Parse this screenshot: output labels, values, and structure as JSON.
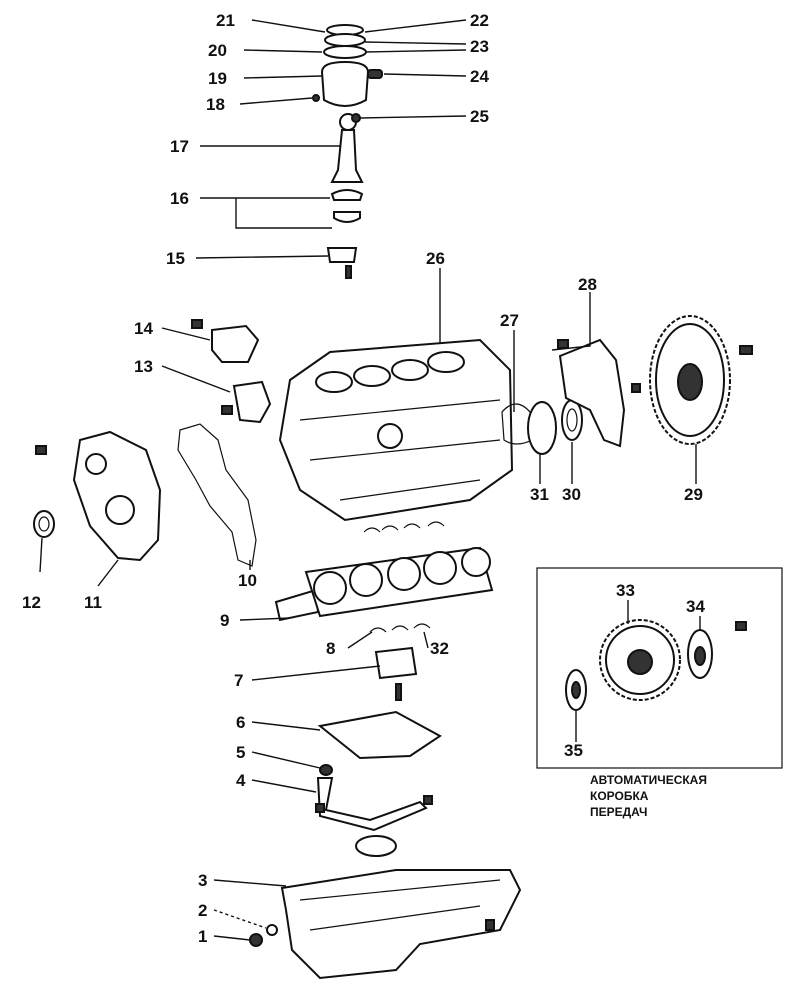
{
  "callouts": [
    "1",
    "2",
    "3",
    "4",
    "5",
    "6",
    "7",
    "8",
    "9",
    "10",
    "11",
    "12",
    "13",
    "14",
    "15",
    "16",
    "17",
    "18",
    "19",
    "20",
    "21",
    "22",
    "23",
    "24",
    "25",
    "26",
    "27",
    "28",
    "29",
    "30",
    "31",
    "32",
    "33",
    "34",
    "35"
  ],
  "inset": {
    "caption_lines": [
      "АВТОМАТИЧЕСКАЯ",
      "КОРОБКА",
      "ПЕРЕДАЧ"
    ]
  },
  "icons": [
    "piston-icon",
    "connecting-rod-icon",
    "cylinder-block-icon",
    "crankshaft-icon",
    "flywheel-icon",
    "oil-pan-icon",
    "oil-pump-icon",
    "timing-cover-icon",
    "rear-plate-icon",
    "drive-plate-icon",
    "oil-strainer-icon",
    "oil-baffle-icon"
  ]
}
